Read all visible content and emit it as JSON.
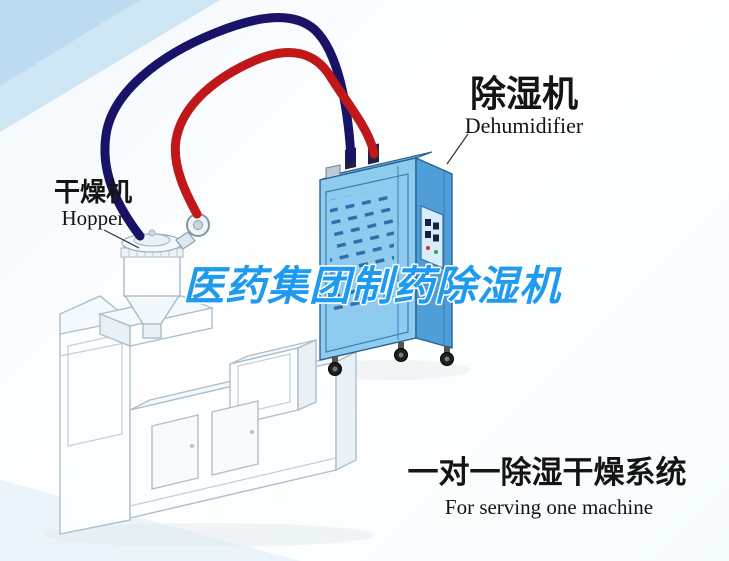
{
  "illustration": {
    "watermark_text": "医药集团制药除湿机",
    "caption": {
      "zh": "一对一除湿干燥系统",
      "en": "For serving one machine"
    },
    "labels": {
      "hopper": {
        "zh": "干燥机",
        "en": "Hopper"
      },
      "dehumidifier": {
        "zh": "除湿机",
        "en": "Dehumidifier"
      }
    },
    "colors": {
      "pipe_red": "#c01818",
      "pipe_blue": "#191368",
      "dehumidifier_front": "#8ecbee",
      "dehumidifier_side": "#4f9ed8",
      "dehumidifier_top": "#67b0e0",
      "watermark_blue": "#1e9bf0",
      "corner_accent": "#cfe6f5"
    }
  }
}
